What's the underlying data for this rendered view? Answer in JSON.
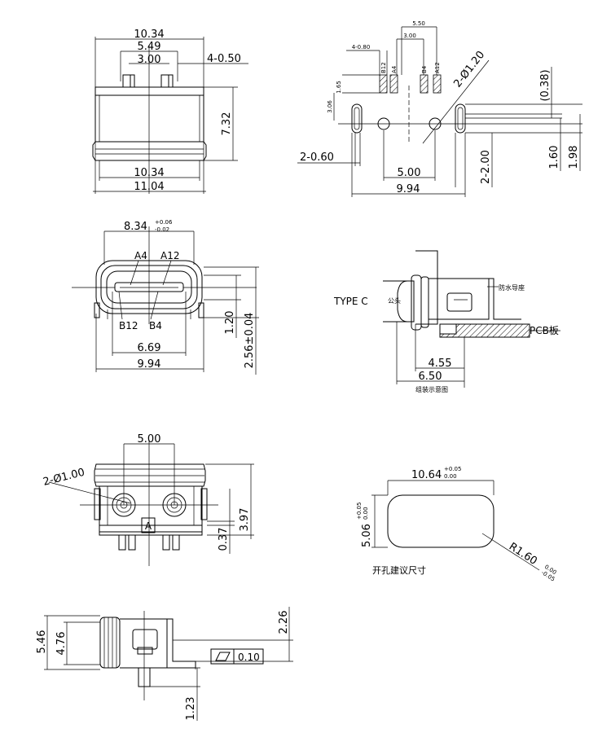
{
  "top_view": {
    "dim_total": "10.34",
    "dim_mid": "5.49",
    "dim_inner": "3.00",
    "dim_pins": "4-0.50",
    "dim_height": "7.32",
    "dim_bottom_inner": "10.34",
    "dim_bottom_outer": "11.04"
  },
  "pcb_layout": {
    "dim_550": "5.50",
    "dim_300": "3.00",
    "dim_pads": "4-0.80",
    "pin_b12": "B12",
    "pin_a4": "A4",
    "pin_b4": "B4",
    "pin_a12": "A12",
    "dim_165": "1.65",
    "dim_306": "3.06",
    "dim_holes": "2-Ø1.20",
    "dim_038": "(0.38)",
    "dim_slots": "2-0.60",
    "dim_500": "5.00",
    "dim_200": "2-2.00",
    "dim_994": "9.94",
    "dim_160": "1.60",
    "dim_198": "1.98"
  },
  "front_view": {
    "dim_width": "8.34",
    "tol_plus": "+0.06",
    "tol_minus": "-0.02",
    "pin_a4": "A4",
    "pin_a12": "A12",
    "pin_b12": "B12",
    "pin_b4": "B4",
    "dim_669": "6.69",
    "dim_994": "9.94",
    "dim_120": "1.20",
    "dim_256": "2.56±0.04"
  },
  "side_assembly": {
    "type_c": "TYPE C",
    "male": "公头",
    "waterproof": "防水导座",
    "pcb": "PCB板",
    "dim_455": "4.55",
    "dim_650": "6.50",
    "caption": "组装示意图"
  },
  "bottom_view": {
    "dim_500": "5.00",
    "dim_holes": "2-Ø1.00",
    "marker": "A",
    "dim_037": "0.37",
    "dim_397": "3.97"
  },
  "cutout": {
    "dim_width": "10.64",
    "w_plus": "+0.05",
    "w_minus": "0.00",
    "dim_height": "5.06",
    "h_plus": "+0.05",
    "h_minus": "0.00",
    "dim_radius": "R1.60",
    "r_plus": "0.00",
    "r_minus": "-0.05",
    "caption": "开孔建议尺寸"
  },
  "side_view": {
    "dim_546": "5.46",
    "dim_476": "4.76",
    "dim_226": "2.26",
    "dim_123": "1.23",
    "flatness": "0.10"
  }
}
